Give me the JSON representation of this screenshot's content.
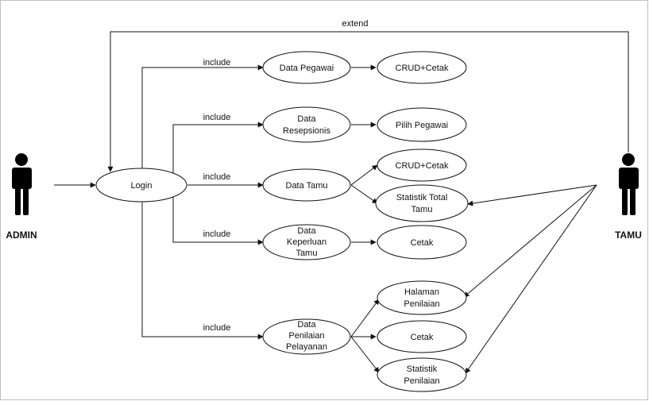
{
  "actors": {
    "admin": {
      "label": "ADMIN"
    },
    "tamu": {
      "label": "TAMU"
    }
  },
  "relations": {
    "extend": "extend",
    "include_pegawai": "include",
    "include_resepsionis": "include",
    "include_tamu": "include",
    "include_keperluan": "include",
    "include_penilaian": "include"
  },
  "use_cases": {
    "login": [
      "Login"
    ],
    "data_pegawai": [
      "Data Pegawai"
    ],
    "crud_cetak_pegawai": [
      "CRUD+Cetak"
    ],
    "data_resepsionis": [
      "Data",
      "Resepsionis"
    ],
    "pilih_pegawai": [
      "Pilih Pegawai"
    ],
    "data_tamu": [
      "Data Tamu"
    ],
    "crud_cetak_tamu": [
      "CRUD+Cetak"
    ],
    "statistik_total_tamu": [
      "Statistik Total",
      "Tamu"
    ],
    "data_keperluan_tamu": [
      "Data",
      "Keperluan",
      "Tamu"
    ],
    "cetak_keperluan": [
      "Cetak"
    ],
    "data_penilaian_pelayanan": [
      "Data",
      "Penilaian",
      "Pelayanan"
    ],
    "halaman_penilaian": [
      "Halaman",
      "Penilaian"
    ],
    "cetak_penilaian": [
      "Cetak"
    ],
    "statistik_penilaian": [
      "Statistik",
      "Penilaian"
    ]
  },
  "colors": {
    "line": "#111111",
    "actor": "#000000",
    "frame": "#bfbfbf"
  }
}
